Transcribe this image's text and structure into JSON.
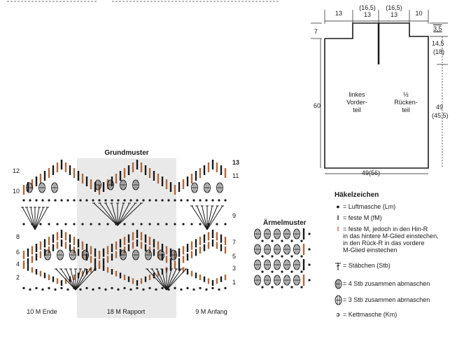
{
  "schema": {
    "segments_top": [
      "13",
      "(16,5)",
      "13",
      "(16,5)",
      "13",
      "10"
    ],
    "left_shoulder": "7",
    "right_top": "3,5",
    "right_armhole": "14,5",
    "right_armhole_alt": "(18)",
    "left_height": "60",
    "right_height": "49",
    "right_height_alt": "(45,5)",
    "bottom_width": "49(56)",
    "left_panel_label": "linkes\nVorder-\nteil",
    "right_panel_label": "½\nRücken-\nteil"
  },
  "grundmuster": {
    "title": "Grundmuster",
    "left_rows": [
      "12",
      "10",
      "8",
      "6",
      "4",
      "2"
    ],
    "right_rows": [
      "13",
      "11",
      "9",
      "7",
      "5",
      "3",
      "1"
    ],
    "footer": [
      "10 M Ende",
      "18 M Rapport",
      "9 M Anfang"
    ],
    "rapport_color": "#e9e9ea",
    "brown": "#b0693a"
  },
  "aermelmuster": {
    "title": "Ärmelmuster"
  },
  "legend": {
    "title": "Häkelzeichen",
    "items": [
      {
        "icon": "dot-icon",
        "text": "= Luftmasche (Lm)"
      },
      {
        "icon": "bar-icon",
        "text": "= feste M (fM)"
      },
      {
        "icon": "brown-bar-icon",
        "text": "= feste M, jedoch in den Hin-R\nin das hintere M-Glied einstechen,\nin den Rück-R in das vordere\nM-Glied einstechen"
      },
      {
        "icon": "stb-icon",
        "text": "= Stäbchen (Stb)"
      },
      {
        "icon": "cluster4-icon",
        "text": "= 4 Stb zusammen abmaschen"
      },
      {
        "icon": "cluster3-icon",
        "text": "= 3 Stb zusammen abmaschen"
      },
      {
        "icon": "km-icon",
        "text": "= Kettmasche (Km)"
      }
    ]
  },
  "colors": {
    "ink": "#1a1a1a",
    "brown": "#b0693a",
    "gray": "#e9e9ea"
  }
}
